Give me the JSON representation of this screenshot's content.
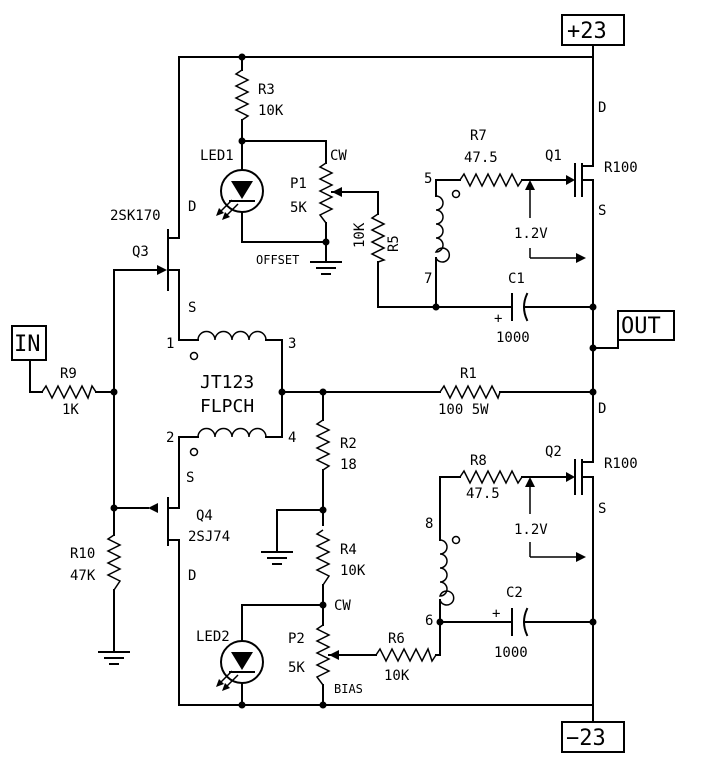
{
  "rails": {
    "pos": "+23",
    "neg": "−23",
    "out": "OUT",
    "in": "IN"
  },
  "transformer": {
    "name": "JT123",
    "type": "FLPCH",
    "pins": [
      "1",
      "2",
      "3",
      "4"
    ]
  },
  "q1": {
    "ref": "Q1",
    "res": "R100",
    "d": "D",
    "s": "S"
  },
  "q2": {
    "ref": "Q2",
    "res": "R100",
    "d": "D",
    "s": "S"
  },
  "q3": {
    "ref": "Q3",
    "part": "2SK170",
    "d": "D",
    "s": "S"
  },
  "q4": {
    "ref": "Q4",
    "part": "2SJ74",
    "d": "D",
    "s": "S"
  },
  "r1": {
    "ref": "R1",
    "value": "100 5W"
  },
  "r2": {
    "ref": "R2",
    "value": "18"
  },
  "r3": {
    "ref": "R3",
    "value": "10K"
  },
  "r4": {
    "ref": "R4",
    "value": "10K"
  },
  "r5": {
    "ref": "R5",
    "value": "10K"
  },
  "r6": {
    "ref": "R6",
    "value": "10K"
  },
  "r7": {
    "ref": "R7",
    "value": "47.5"
  },
  "r8": {
    "ref": "R8",
    "value": "47.5"
  },
  "r9": {
    "ref": "R9",
    "value": "1K"
  },
  "r10": {
    "ref": "R10",
    "value": "47K"
  },
  "c1": {
    "ref": "C1",
    "value": "1000",
    "plus": "+"
  },
  "c2": {
    "ref": "C2",
    "value": "1000",
    "plus": "+"
  },
  "p1": {
    "ref": "P1",
    "value": "5K",
    "cw": "CW",
    "name": "OFFSET"
  },
  "p2": {
    "ref": "P2",
    "value": "5K",
    "cw": "CW",
    "name": "BIAS"
  },
  "led1": {
    "ref": "LED1"
  },
  "led2": {
    "ref": "LED2"
  },
  "choke1": {
    "pin_a": "5",
    "pin_b": "7"
  },
  "choke2": {
    "pin_a": "8",
    "pin_b": "6"
  },
  "v1": "1.2V",
  "v2": "1.2V"
}
